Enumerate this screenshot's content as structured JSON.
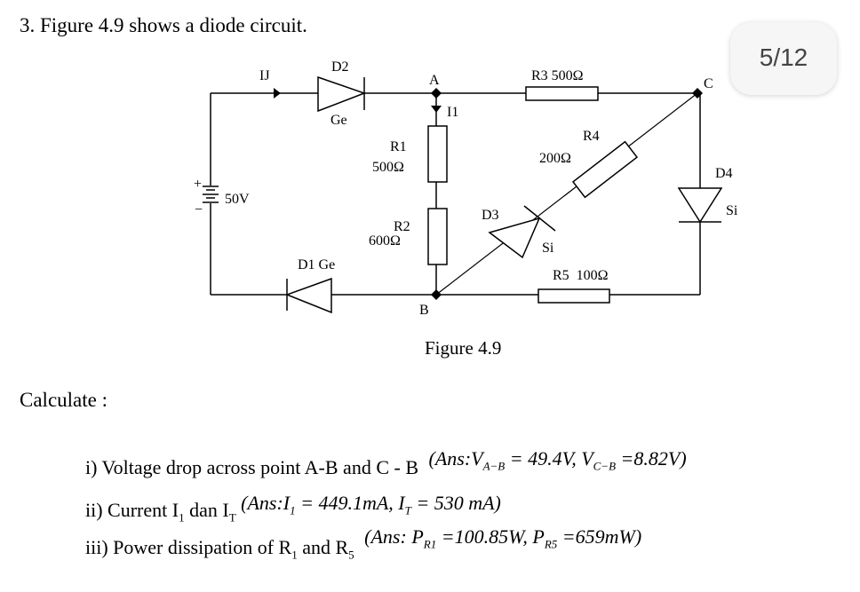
{
  "question": "3. Figure 4.9 shows a diode circuit.",
  "page_indicator": "5/12",
  "figure": {
    "caption": "Figure 4.9",
    "labels": {
      "ij": "IJ",
      "d2": "D2",
      "d2_type": "Ge",
      "node_a": "A",
      "i1": "I1",
      "r1": "R1",
      "r1_value": "500Ω",
      "r2": "R2",
      "r2_value": "600Ω",
      "node_b": "B",
      "d1": "D1 Ge",
      "battery_plus": "+",
      "battery_minus": "−",
      "battery": "50V",
      "r3": "R3 500Ω",
      "node_c": "C",
      "r4": "R4",
      "r4_value": "200Ω",
      "d3": "D3",
      "d3_type": "Si",
      "d4": "D4",
      "d4_type": "Si",
      "r5": "R5  100Ω"
    }
  },
  "calculate_label": "Calculate :",
  "items": [
    {
      "text": "i)  Voltage drop across point A-B and C - B",
      "answer": "(Ans:V",
      "a_sub1": "A−B",
      "a_mid": " = 49.4V,  V",
      "a_sub2": "C−B",
      "a_end": " =8.82V)"
    },
    {
      "text": "ii) Current I",
      "t_sub1": "1",
      "t_mid": " dan I",
      "t_sub2": "T",
      "answer": "(Ans:I",
      "a_sub1": "1",
      "a_mid": " = 449.1mA,  I",
      "a_sub2": "T",
      "a_end": " = 530 mA)"
    },
    {
      "text": "iii) Power dissipation of R",
      "t_sub1": "1",
      "t_mid": " and R",
      "t_sub2": "5",
      "answer": "(Ans: P",
      "a_sub1": "R1",
      "a_mid": " =100.85W, P",
      "a_sub2": "R5",
      "a_end": " =659mW)"
    }
  ]
}
